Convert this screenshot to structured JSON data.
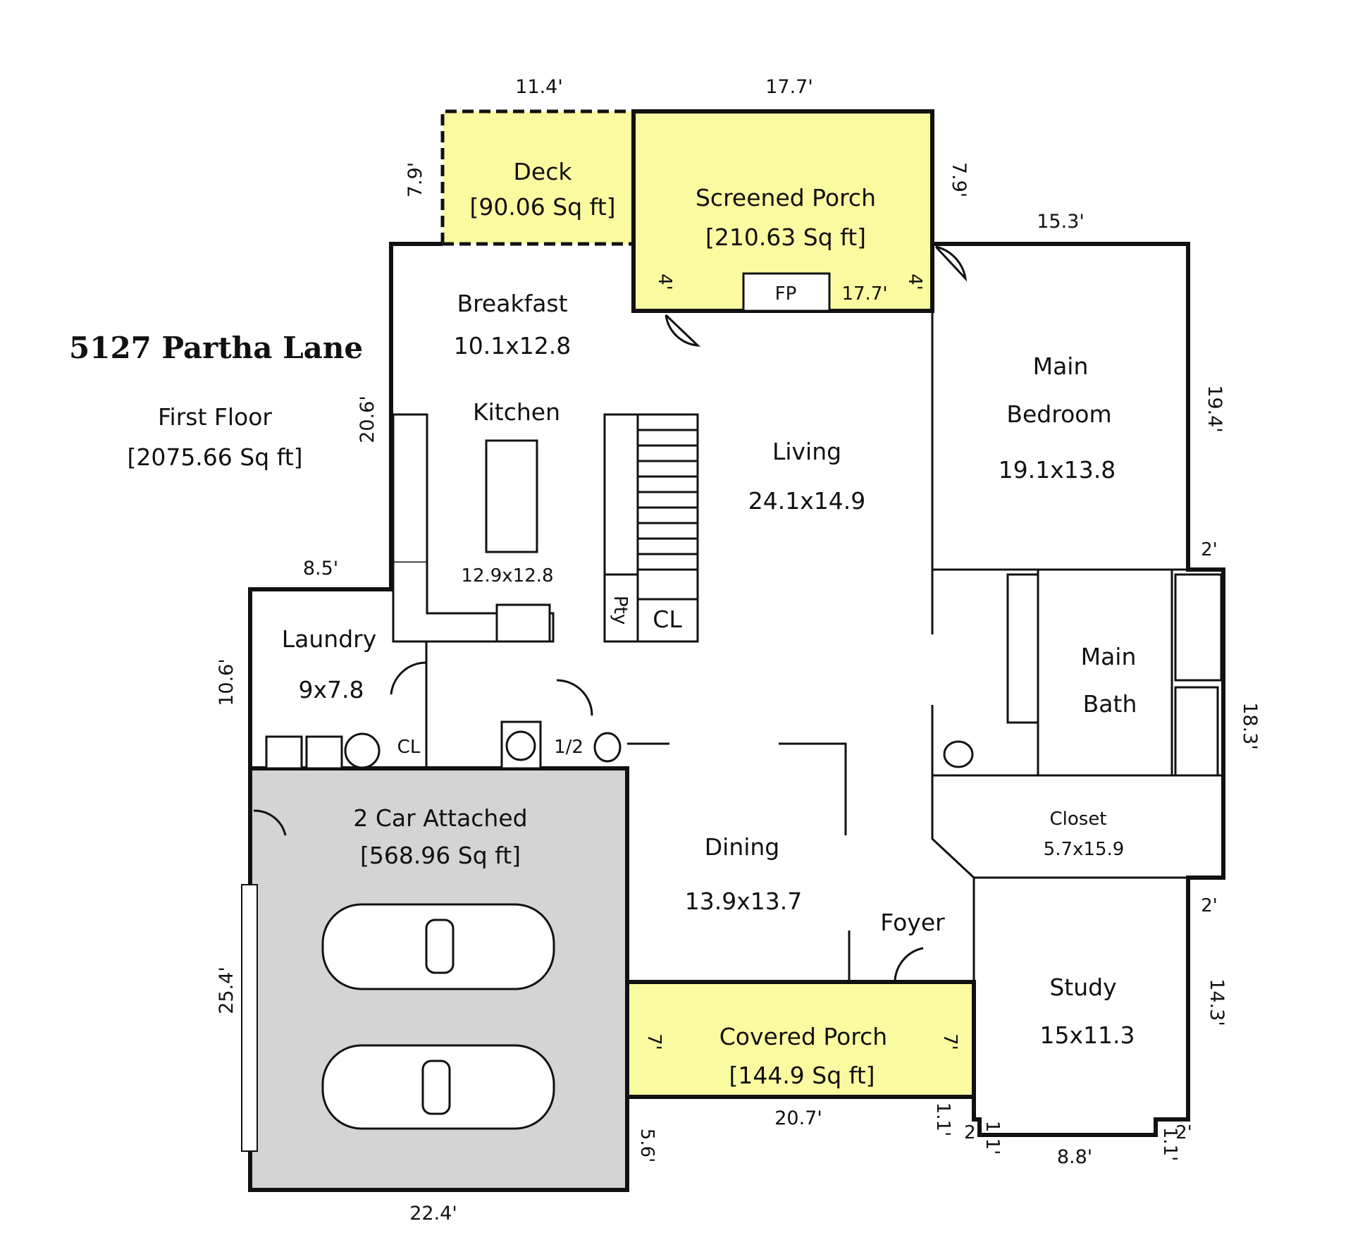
{
  "title": "5127 Partha Lane",
  "floor": {
    "name": "First Floor",
    "area": "[2075.66 Sq ft]"
  },
  "colors": {
    "porch": "#fafaa0",
    "garage": "#d4d4d4",
    "wall": "#111111"
  },
  "rooms": {
    "deck": {
      "name": "Deck",
      "area": "[90.06 Sq ft]"
    },
    "screened_porch": {
      "name": "Screened Porch",
      "area": "[210.63 Sq ft]",
      "fireplace": "FP"
    },
    "breakfast": {
      "name": "Breakfast",
      "size": "10.1x12.8"
    },
    "kitchen": {
      "name": "Kitchen",
      "size": "12.9x12.8"
    },
    "living": {
      "name": "Living",
      "size": "24.1x14.9"
    },
    "main_bedroom": {
      "name1": "Main",
      "name2": "Bedroom",
      "size": "19.1x13.8"
    },
    "laundry": {
      "name": "Laundry",
      "size": "9x7.8"
    },
    "main_bath": {
      "name1": "Main",
      "name2": "Bath"
    },
    "closet": {
      "name": "Closet",
      "size": "5.7x15.9"
    },
    "garage": {
      "name": "2 Car Attached",
      "area": "[568.96 Sq ft]"
    },
    "dining": {
      "name": "Dining",
      "size": "13.9x13.7"
    },
    "foyer": {
      "name": "Foyer"
    },
    "covered_porch": {
      "name": "Covered Porch",
      "area": "[144.9 Sq ft]"
    },
    "study": {
      "name": "Study",
      "size": "15x11.3"
    }
  },
  "fixture_labels": {
    "pantry": "Pty",
    "closet": "CL",
    "half_bath": "1/2"
  },
  "dimensions": {
    "d_11_4": "11.4'",
    "d_17_7_top": "17.7'",
    "d_7_9_left": "7.9'",
    "d_7_9_right": "7.9'",
    "d_15_3": "15.3'",
    "d_4_a": "4'",
    "d_4_b": "4'",
    "d_17_7_porch": "17.7'",
    "d_20_6": "20.6'",
    "d_19_4": "19.4'",
    "d_8_5": "8.5'",
    "d_2_a": "2'",
    "d_10_6": "10.6'",
    "d_18_3": "18.3'",
    "d_2_b": "2'",
    "d_14_3": "14.3'",
    "d_25_4": "25.4'",
    "d_7_a": "7'",
    "d_7_b": "7'",
    "d_5_6": "5.6'",
    "d_20_7": "20.7'",
    "d_1_1_a": "1.1'",
    "d_2_c": "2'",
    "d_1_1_b": "1.1'",
    "d_2_d": "2'",
    "d_1_1_c": "1.1'",
    "d_8_8": "8.8'",
    "d_22_4": "22.4'"
  }
}
